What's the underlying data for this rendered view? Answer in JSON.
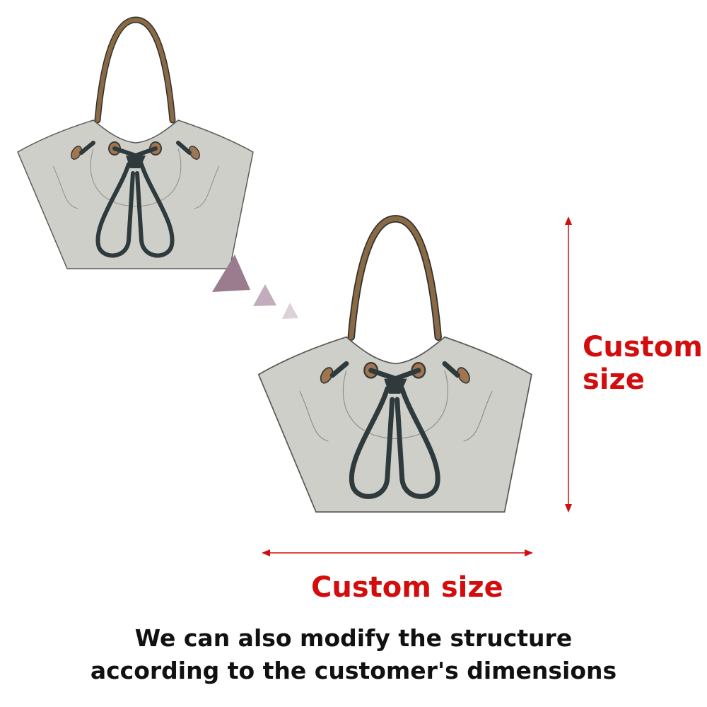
{
  "labels": {
    "height_label": "Custom size",
    "width_label": "Custom size"
  },
  "caption": {
    "line1": "We can also modify the structure",
    "line2": "according to the customer's dimensions"
  },
  "colors": {
    "accent_red": "#d30d0d",
    "bag_body": "#cfcfca",
    "bag_outline": "#5a5a58",
    "strap": "#8a6a44",
    "drawstring": "#2e3a3c",
    "grommet": "#a07650",
    "triangle_large": "#9a7c8e",
    "triangle_medium": "#c3acbb",
    "triangle_small": "#ddd0d8"
  },
  "icons": {
    "bag": "drawstring-bucket-bag-illustration",
    "dimension_arrow": "double-headed-arrow",
    "progress_triangles": "triangle-sequence"
  }
}
